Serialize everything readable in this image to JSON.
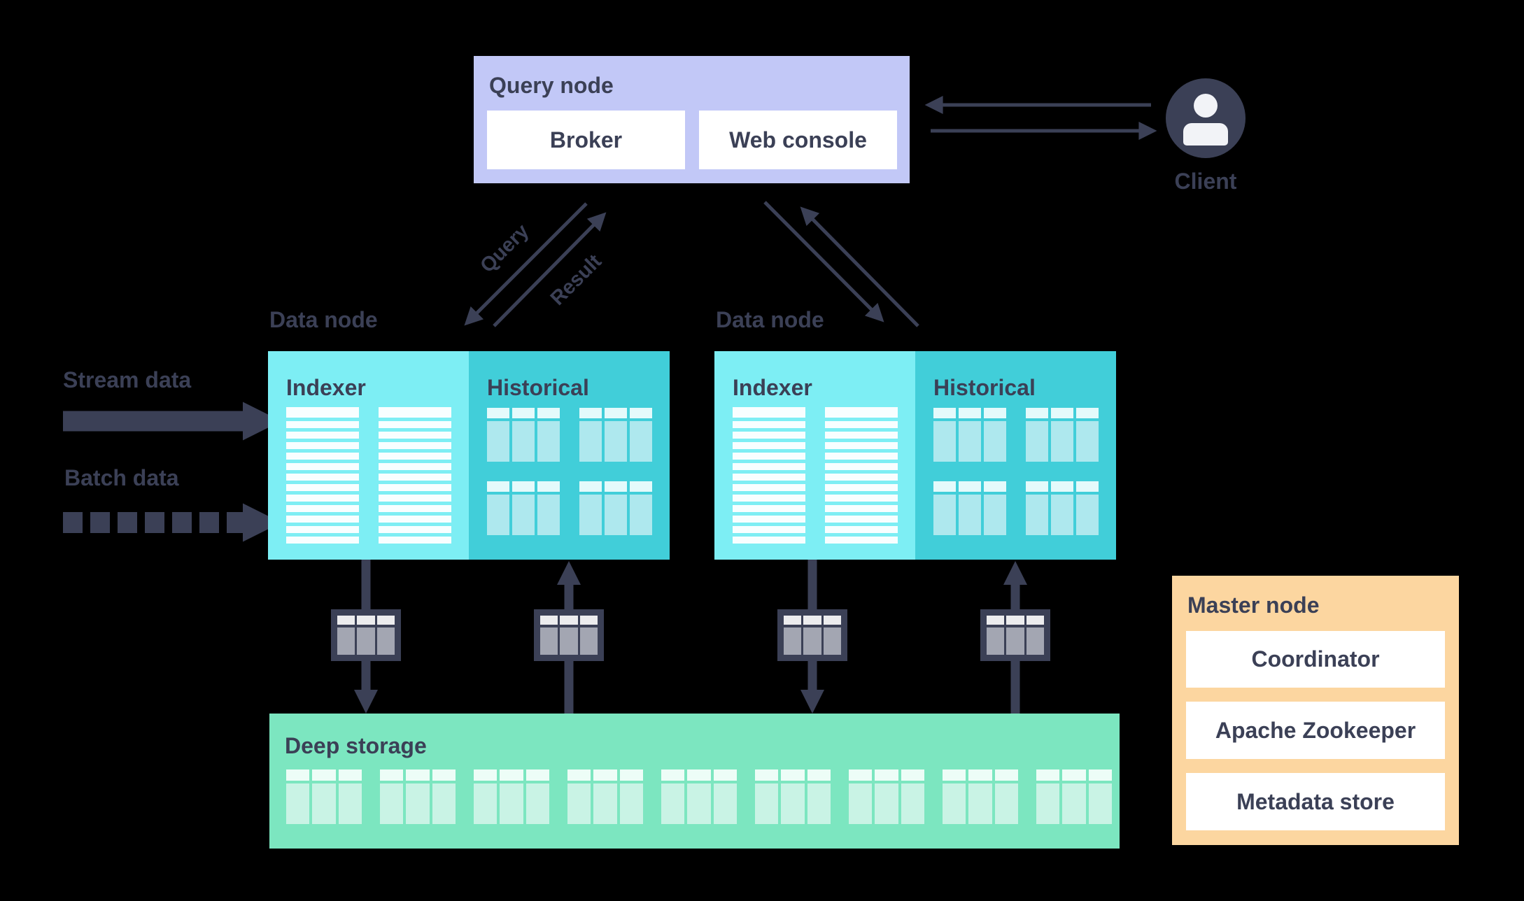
{
  "colors": {
    "bg": "#000000",
    "ink": "#3b4056",
    "lavender": "#c2c8f7",
    "box_white": "#ffffff",
    "indexer": "#7deef4",
    "historical": "#41ced9",
    "cell_header": "#e4fafb",
    "cell_body": "#aee8ee",
    "deep": "#7ce6c0",
    "deep_header": "#edfdf7",
    "deep_body": "#c9f3e5",
    "orange": "#fcd6a0",
    "icon_header": "#ececee",
    "icon_body": "#a3a6b2",
    "stripe": "#f8feff",
    "person": "#f2f3f7"
  },
  "query_node": {
    "title": "Query node",
    "broker": "Broker",
    "web_console": "Web console"
  },
  "client": {
    "label": "Client"
  },
  "flows": {
    "query": "Query",
    "result": "Result"
  },
  "ingest": {
    "stream": "Stream data",
    "batch": "Batch data"
  },
  "data_nodes": [
    {
      "label": "Data node",
      "indexer": "Indexer",
      "historical": "Historical"
    },
    {
      "label": "Data node",
      "indexer": "Indexer",
      "historical": "Historical"
    }
  ],
  "deep_storage": {
    "title": "Deep storage",
    "segment_tables": 9
  },
  "master_node": {
    "title": "Master node",
    "items": [
      "Coordinator",
      "Apache Zookeeper",
      "Metadata store"
    ]
  },
  "decor": {
    "indexer_rows": 12,
    "historical_tables": 4,
    "segment_columns": 3
  }
}
